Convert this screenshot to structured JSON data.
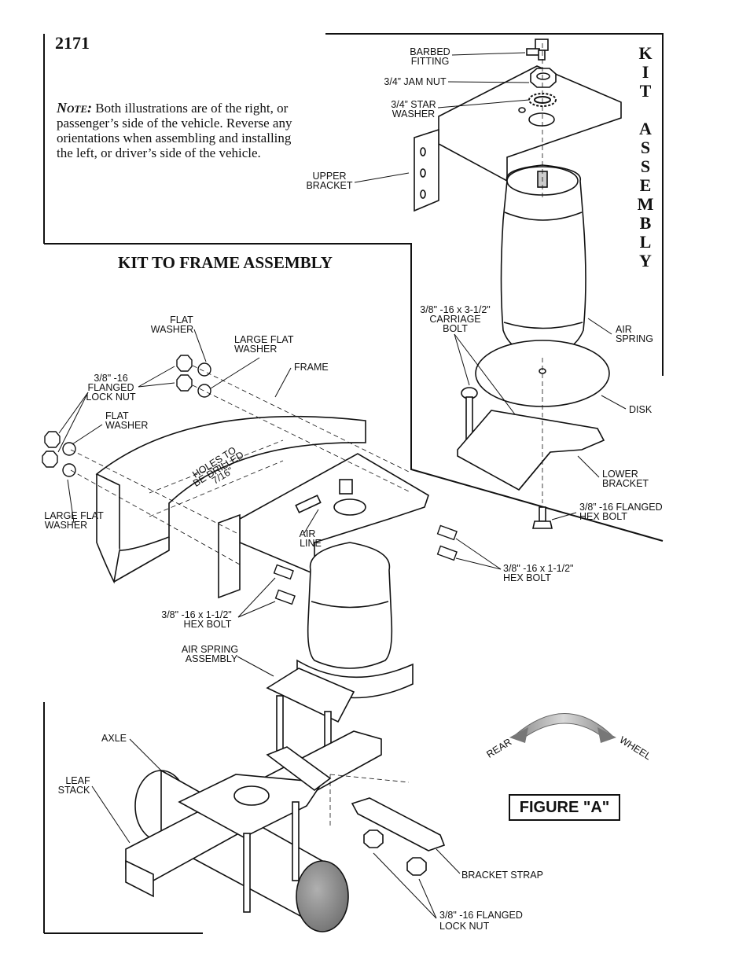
{
  "page_number": "2171",
  "note": {
    "heading": "Note:",
    "text": "Both illustrations are of the right, or passenger’s side of the vehicle. Reverse any orientations when assembling and installing the left, or driver’s side of the vehicle."
  },
  "kit_assembly_title": [
    "K",
    "I",
    "T",
    "",
    "A",
    "S",
    "S",
    "E",
    "M",
    "B",
    "L",
    "Y"
  ],
  "kit_to_frame_title": "KIT TO FRAME ASSEMBLY",
  "figure_label": "FIGURE \"A\"",
  "labels": {
    "barbed_fitting": [
      "BARBED",
      "FITTING"
    ],
    "jam_nut": [
      "3/4” JAM NUT"
    ],
    "star_washer": [
      "3/4” STAR",
      "WASHER"
    ],
    "upper_bracket": [
      "UPPER",
      "BRACKET"
    ],
    "carriage_bolt": [
      "3/8\" -16 x 3-1/2\"",
      "CARRIAGE",
      "BOLT"
    ],
    "air_spring": [
      "AIR",
      "SPRING"
    ],
    "disk": [
      "DISK"
    ],
    "lower_bracket": [
      "LOWER",
      "BRACKET"
    ],
    "flanged_hex_bolt": [
      "3/8” -16 FLANGED",
      "HEX BOLT"
    ],
    "flat_washer_top": [
      "FLAT",
      "WASHER"
    ],
    "large_flat_washer_top": [
      "LARGE FLAT",
      "WASHER"
    ],
    "frame": [
      "FRAME"
    ],
    "flanged_lock_nut_top": [
      "3/8\" -16",
      "FLANGED",
      "LOCK NUT"
    ],
    "flat_washer_left": [
      "FLAT",
      "WASHER"
    ],
    "large_flat_washer_left": [
      "LARGE FLAT",
      "WASHER"
    ],
    "holes_to_drill": [
      "HOLES TO",
      "BE DRILLED",
      "7/16\""
    ],
    "air_line": [
      "AIR",
      "LINE"
    ],
    "hex_bolt_right": [
      "3/8\" -16 x 1-1/2\"",
      "HEX BOLT"
    ],
    "hex_bolt_left": [
      "3/8\" -16 x 1-1/2\"",
      "HEX BOLT"
    ],
    "air_spring_assembly": [
      "AIR SPRING",
      "ASSEMBLY"
    ],
    "axle": [
      "AXLE"
    ],
    "leaf_stack": [
      "LEAF",
      "STACK"
    ],
    "bracket_strap": [
      "BRACKET STRAP"
    ],
    "flanged_lock_nut_bottom": [
      "3/8\" -16 FLANGED",
      "LOCK NUT"
    ],
    "rear": [
      "REAR"
    ],
    "wheel": [
      "WHEEL"
    ]
  }
}
